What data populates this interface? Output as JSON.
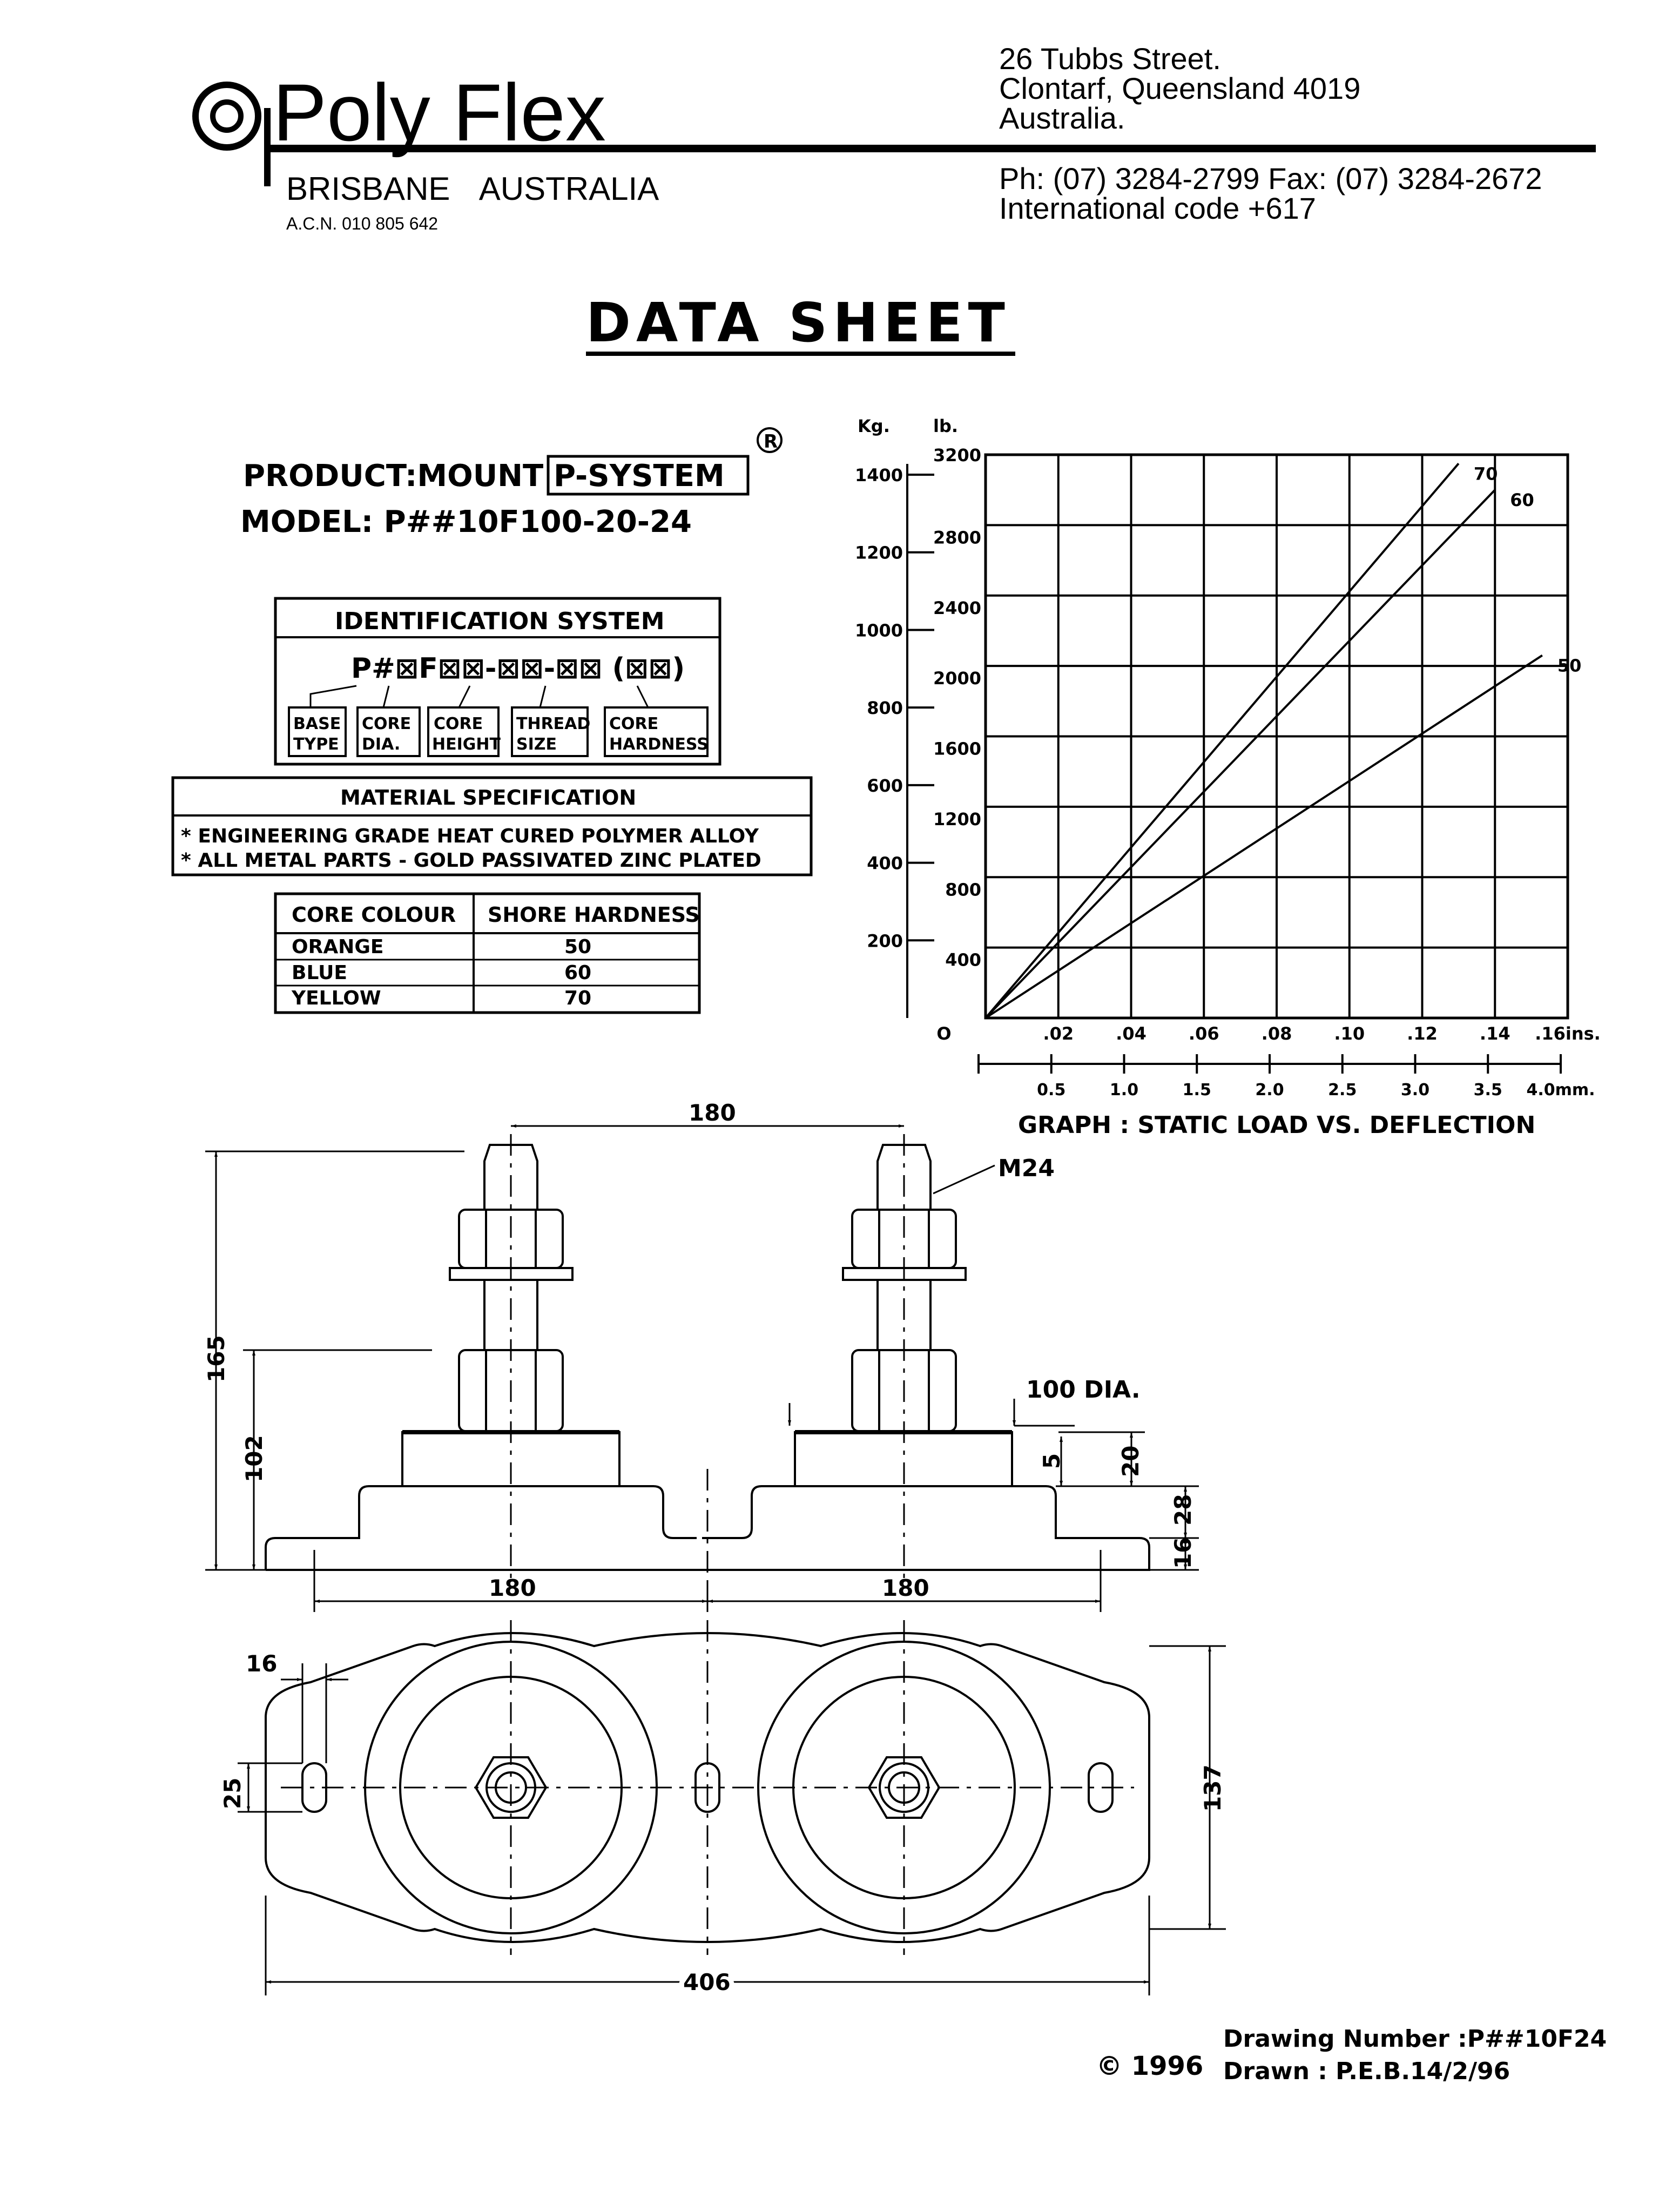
{
  "company": {
    "name": "Poly Flex",
    "location": "BRISBANE AUSTRALIA",
    "acn": "A.C.N. 010 805 642",
    "address_line1": "26 Tubbs Street.",
    "address_line2": "Clontarf, Queensland 4019",
    "address_line3": "Australia.",
    "phone_fax": "Ph: (07) 3284-2799 Fax: (07) 3284-2672",
    "intl_code": "International code +617"
  },
  "doc_title": "DATA SHEET",
  "product": {
    "label": "PRODUCT:MOUNT",
    "system": "P-SYSTEM",
    "registered": "®",
    "model": "MODEL: P##10F100-20-24"
  },
  "identification": {
    "title": "IDENTIFICATION SYSTEM",
    "code": "P#⊠F⊠⊠-⊠⊠-⊠⊠ (⊠⊠)",
    "parts": [
      "BASE TYPE",
      "CORE DIA.",
      "CORE HEIGHT",
      "THREAD SIZE",
      "CORE HARDNESS"
    ]
  },
  "material": {
    "title": "MATERIAL SPECIFICATION",
    "items": [
      "* ENGINEERING GRADE HEAT CURED POLYMER ALLOY",
      "* ALL METAL PARTS - GOLD PASSIVATED ZINC PLATED"
    ]
  },
  "hardness_table": {
    "headers": [
      "CORE COLOUR",
      "SHORE HARDNESS"
    ],
    "rows": [
      [
        "ORANGE",
        "50"
      ],
      [
        "BLUE",
        "60"
      ],
      [
        "YELLOW",
        "70"
      ]
    ]
  },
  "chart_data": {
    "type": "line",
    "title": "GRAPH : STATIC LOAD VS. DEFLECTION",
    "y_unit_left": "Kg.",
    "y_unit_right": "lb.",
    "y_ticks_kg": [
      "1400",
      "1200",
      "1000",
      "800",
      "600",
      "400",
      "200"
    ],
    "y_ticks_lb": [
      "3200",
      "2800",
      "2400",
      "2000",
      "1600",
      "1200",
      "800",
      "400"
    ],
    "x_ticks_in": [
      "O",
      ".02",
      ".04",
      ".06",
      ".08",
      ".10",
      ".12",
      ".14",
      ".16ins."
    ],
    "x_ticks_mm": [
      "0.5",
      "1.0",
      "1.5",
      "2.0",
      "2.5",
      "3.0",
      "3.5",
      "4.0mm."
    ],
    "ylim_lb": [
      0,
      3200
    ],
    "xlim_in": [
      0,
      0.16
    ],
    "series": [
      {
        "name": "70",
        "x": [
          0,
          0.13
        ],
        "y": [
          0,
          3150
        ]
      },
      {
        "name": "60",
        "x": [
          0,
          0.14
        ],
        "y": [
          0,
          3000
        ]
      },
      {
        "name": "50",
        "x": [
          0,
          0.153
        ],
        "y": [
          0,
          2060
        ]
      }
    ]
  },
  "dimensions": {
    "d180_top": "180",
    "thread": "M24",
    "d165": "165",
    "d102": "102",
    "d100": "100 DIA.",
    "d5": "5",
    "d20": "20",
    "d28": "28",
    "d16_side": "16",
    "d180_left": "180",
    "d180_right": "180",
    "d16_top": "16",
    "d25": "25",
    "d137": "137",
    "d406": "406"
  },
  "footer": {
    "copyright": "© 1996",
    "drawing_number": "Drawing Number :P##10F24",
    "drawn": "Drawn : P.E.B.14/2/96"
  }
}
